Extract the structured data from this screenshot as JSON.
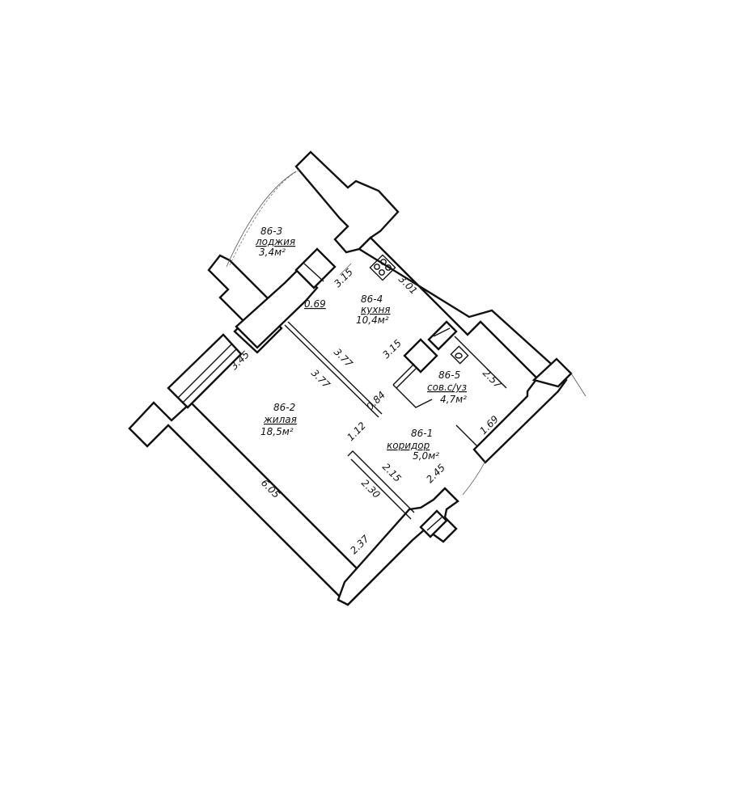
{
  "rooms": {
    "living": {
      "code": "86-2",
      "name": "жилая",
      "area": "18,5м²"
    },
    "loggia": {
      "code": "86-3",
      "name": "лоджия",
      "area": "3,4м²"
    },
    "kitchen": {
      "code": "86-4",
      "name": "кухня",
      "area": "10,4м²"
    },
    "bathroom": {
      "code": "86-5",
      "name": "сов.с/уз",
      "area": "4,7м²"
    },
    "corridor": {
      "code": "86-1",
      "name": "коридор",
      "area": "5,0м²"
    }
  },
  "dimensions": {
    "d_3_45": "3.45",
    "d_3_77_a": "3.77",
    "d_3_77_b": "3.77",
    "d_6_05": "6.05",
    "d_2_37": "2.37",
    "d_0_69": "0.69",
    "d_3_15_a": "3.15",
    "d_3_01": "3.01",
    "d_3_15_b": "3.15",
    "d_2_57": "2.57",
    "d_1_69": "1.69",
    "d_0_84": "0.84",
    "d_1_12": "1.12",
    "d_2_15": "2.15",
    "d_2_30": "2.30",
    "d_2_45": "2.45"
  }
}
